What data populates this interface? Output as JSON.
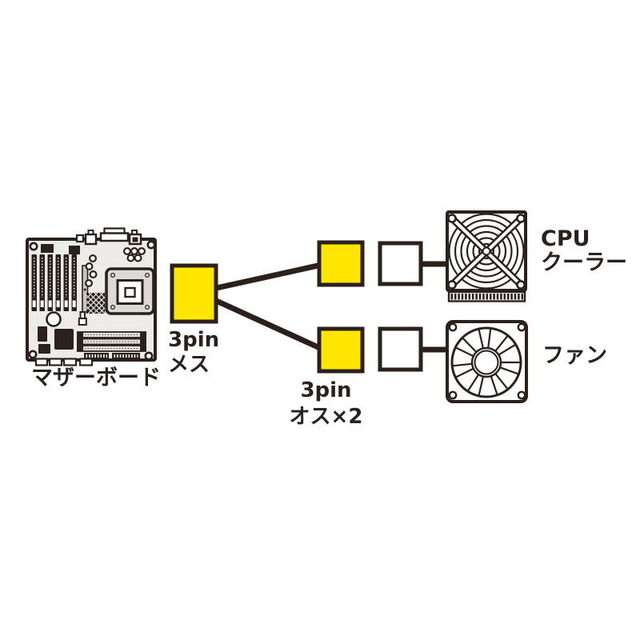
{
  "diagram": {
    "motherboard_label": "マザーボード",
    "female_connector": {
      "line1": "3pin",
      "line2": "メス"
    },
    "male_connector": {
      "line1": "3pin",
      "line2": "オス×2"
    },
    "cpu_cooler": {
      "line1": "CPU",
      "line2": "クーラー"
    },
    "fan_label": "ファン"
  },
  "colors": {
    "connector_yellow": "#ffe600",
    "outline_dark": "#2b211c",
    "board_fill": "#edebe8",
    "background": "#ffffff"
  }
}
